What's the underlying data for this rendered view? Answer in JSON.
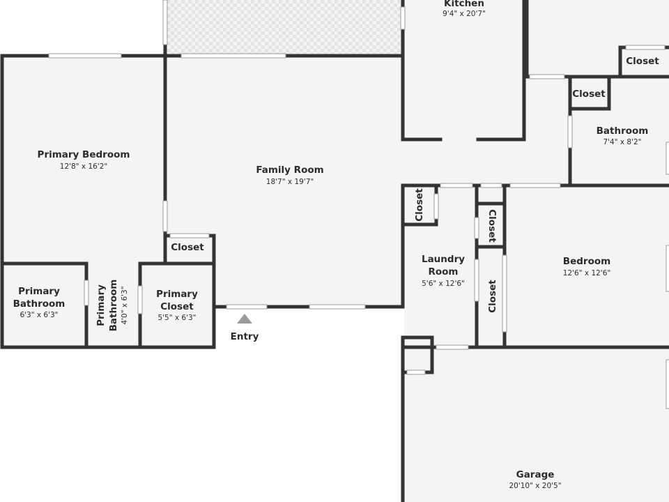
{
  "rooms": {
    "kitchen": {
      "name": "Kitchen",
      "dims": "9'4\" x 20'7\""
    },
    "closet_top_right": {
      "name": "Closet"
    },
    "closet_upper": {
      "name": "Closet"
    },
    "bathroom": {
      "name": "Bathroom",
      "dims": "7'4\" x 8'2\""
    },
    "primary_bedroom": {
      "name": "Primary Bedroom",
      "dims": "12'8\" x 16'2\""
    },
    "family_room": {
      "name": "Family Room",
      "dims": "18'7\" x 19'7\""
    },
    "closet_family": {
      "name": "Closet"
    },
    "primary_bathroom": {
      "name_line1": "Primary",
      "name_line2": "Bathroom",
      "dims": "6'3\" x 6'3\""
    },
    "primary_bathroom_small": {
      "name_line1": "Primary",
      "name_line2": "Bathroom",
      "dims": "4'0\" x 6'3\""
    },
    "primary_closet": {
      "name_line1": "Primary",
      "name_line2": "Closet",
      "dims": "5'5\" x 6'3\""
    },
    "closet_laundry": {
      "name": "Closet"
    },
    "laundry_room": {
      "name_line1": "Laundry",
      "name_line2": "Room",
      "dims": "5'6\" x 12'6\""
    },
    "closet_vertical_1": {
      "name": "Closet"
    },
    "closet_vertical_2": {
      "name": "Closet"
    },
    "bedroom": {
      "name": "Bedroom",
      "dims": "12'6\" x 12'6\""
    },
    "garage": {
      "name": "Garage",
      "dims": "20'10\" x 20'5\""
    }
  },
  "entry": {
    "label": "Entry"
  },
  "colors": {
    "wall": "#333333",
    "floor": "#f4f4f4",
    "patio": "#ececec",
    "entry_marker": "#9b9b9b"
  }
}
